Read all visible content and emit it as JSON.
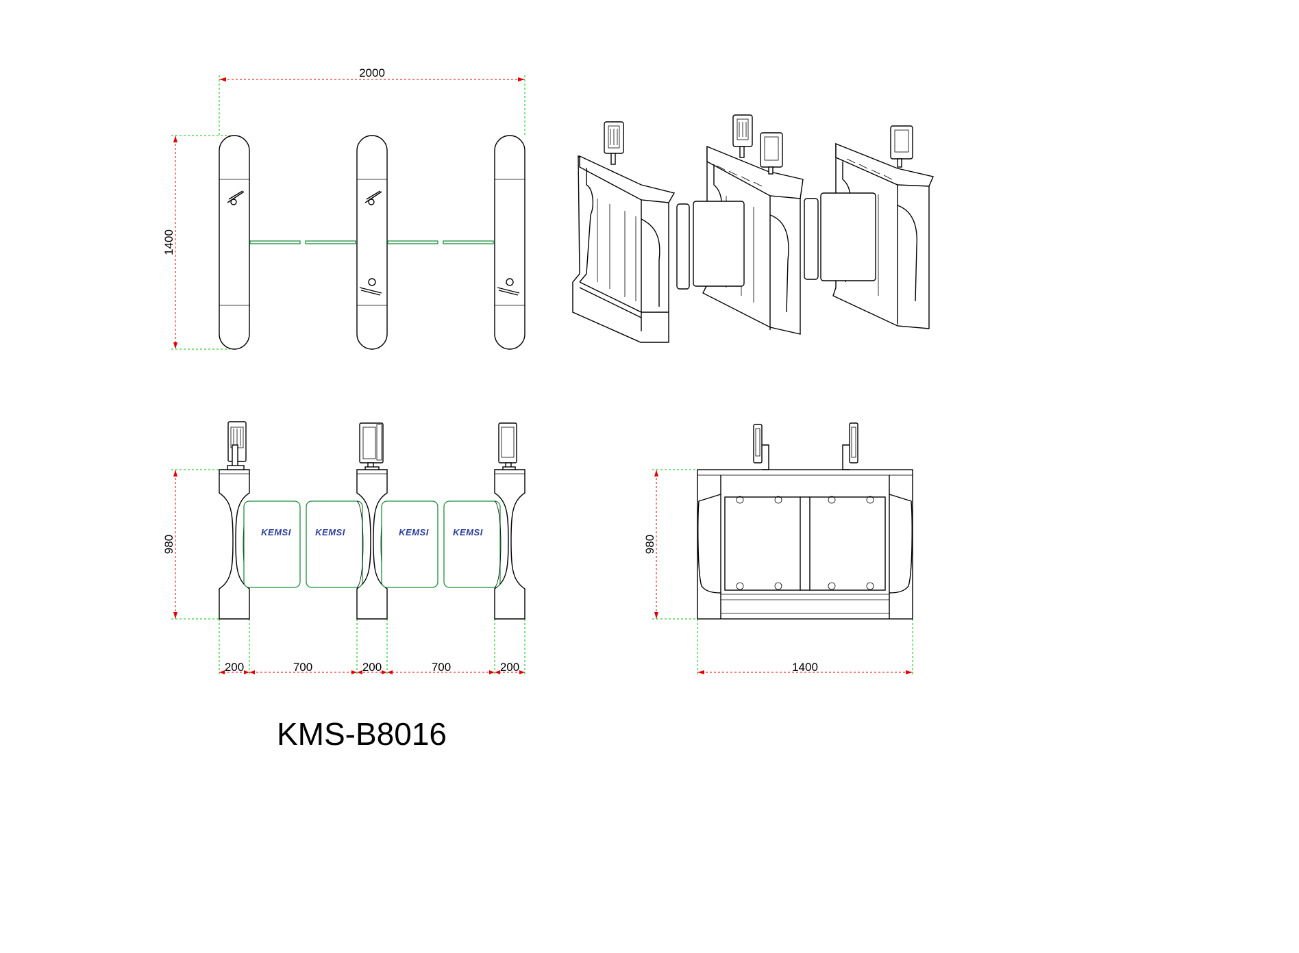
{
  "model_name": "KMS-B8016",
  "brand_logo": "KEMSI",
  "top_view": {
    "overall_width": "2000",
    "depth": "1400"
  },
  "front_view": {
    "height": "980",
    "widths": [
      "200",
      "700",
      "200",
      "700",
      "200"
    ]
  },
  "side_view": {
    "height": "980",
    "depth": "1400"
  },
  "colors": {
    "outline": "#000000",
    "wing_outline": "#1a8f3a",
    "dimension_line": "#e00000",
    "extension_line": "#00c000",
    "logo": "#2c3e9a"
  }
}
